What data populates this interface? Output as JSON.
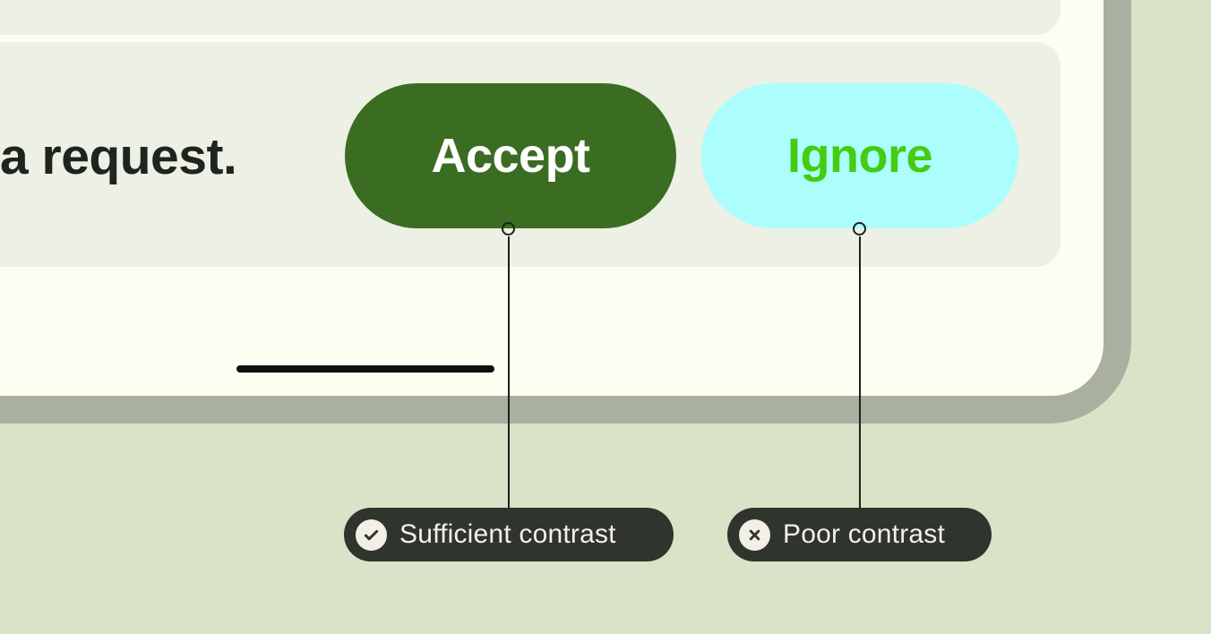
{
  "colors": {
    "background": "#d9e3c8",
    "device_frame": "#a9b0a0",
    "screen": "#fdfdf1",
    "card": "#edf0e5",
    "message_text": "#20241e",
    "accept_bg": "#3a6c21",
    "accept_text": "#ffffff",
    "ignore_bg": "#abfefc",
    "ignore_text": "#44cc12",
    "home_indicator": "#0d110c",
    "annotation_ink": "#1d201b",
    "callout_bg": "#2f342c",
    "callout_text": "#f3f0e8",
    "callout_icon_bg": "#f2efe6",
    "callout_icon_fg": "#2f342c"
  },
  "phone": {
    "message_text": "a request.",
    "accept_label": "Accept",
    "ignore_label": "Ignore"
  },
  "annotations": [
    {
      "icon": "check-circle",
      "label": "Sufficient contrast"
    },
    {
      "icon": "x-circle",
      "label": "Poor contrast"
    }
  ]
}
